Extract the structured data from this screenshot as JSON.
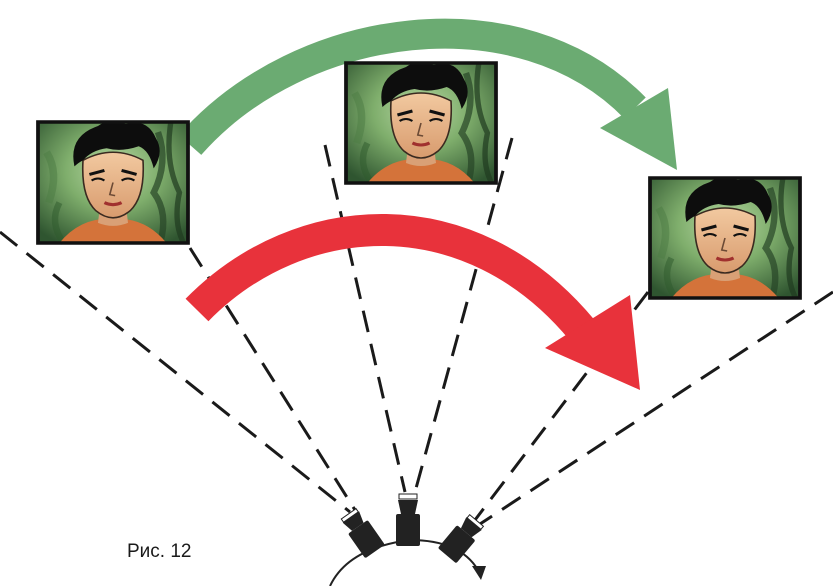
{
  "figure": {
    "caption": "Рис. 12"
  },
  "frames": [
    {
      "name": "frame-left"
    },
    {
      "name": "frame-center"
    },
    {
      "name": "frame-right"
    }
  ],
  "colors": {
    "green_arrow": "#6bab72",
    "red_arrow": "#e8323b",
    "frame_border": "#111111",
    "sight_lines": "#1a1a1a",
    "camera": "#222222",
    "foliage_dark": "#3f6b3a",
    "foliage_light": "#8fbf7e",
    "hair": "#0d0d0d",
    "skin": "#e8b58a"
  },
  "icons": {
    "camera": "camera-icon",
    "pan_arrow": "curved-arrow-icon"
  }
}
